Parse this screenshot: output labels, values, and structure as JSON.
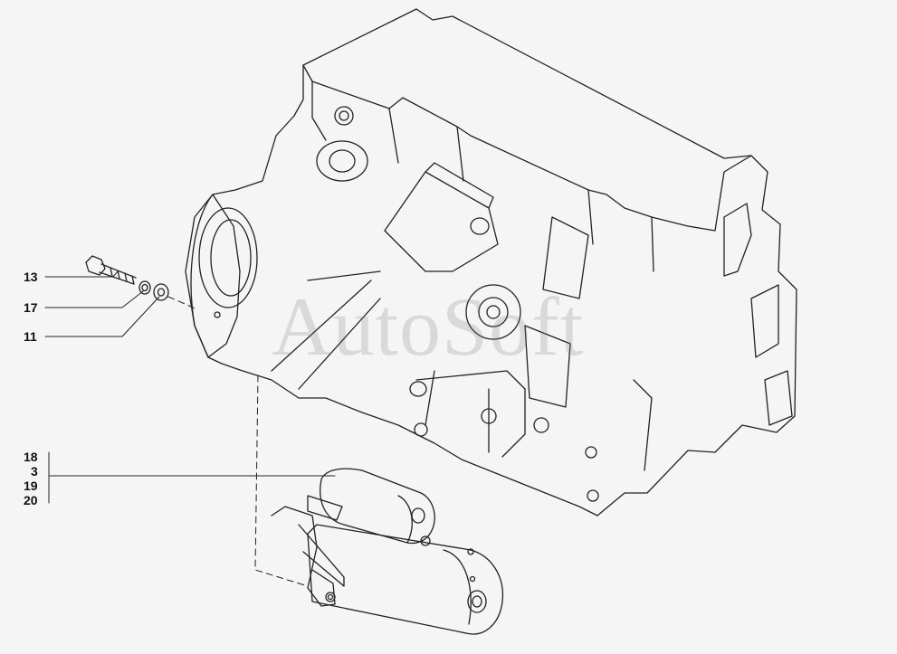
{
  "callouts": {
    "bolt": "13",
    "spring_washer": "17",
    "flat_washer": "11",
    "starter_group": [
      "18",
      "3",
      "19",
      "20"
    ]
  },
  "watermark": "AutoSoft",
  "colors": {
    "background": "#f5f5f5",
    "line": "#222222",
    "watermark": "#8c8c8c"
  }
}
